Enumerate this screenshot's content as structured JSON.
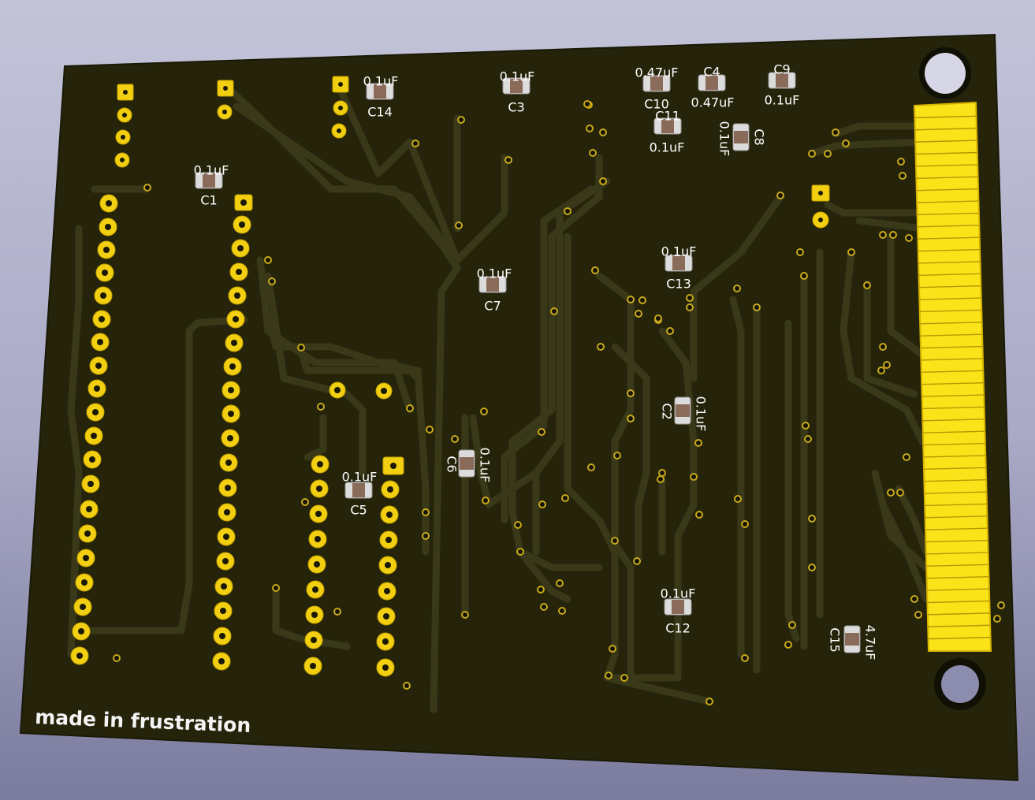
{
  "scene": {
    "name": "pcb-3d-viewer",
    "board_color": "#25240a",
    "trace_color": "#38371a",
    "pad_color": "#f2cf10",
    "silk_color": "#ffffff",
    "background_top": "#c3c3d8",
    "background_bottom": "#7b7b9e"
  },
  "silkscreen": {
    "tagline": "made in frustration"
  },
  "capacitors": [
    {
      "ref": "C1",
      "value": "0.1uF"
    },
    {
      "ref": "C2",
      "value": "0.1uF"
    },
    {
      "ref": "C3",
      "value": "0.1uF"
    },
    {
      "ref": "C4",
      "value": "0.47uF"
    },
    {
      "ref": "C5",
      "value": "0.1uF"
    },
    {
      "ref": "C6",
      "value": "0.1uF"
    },
    {
      "ref": "C7",
      "value": "0.1uF"
    },
    {
      "ref": "C8",
      "value": "0.1uF"
    },
    {
      "ref": "C9",
      "value": "0.1uF"
    },
    {
      "ref": "C10",
      "value": "0.47uF"
    },
    {
      "ref": "C11",
      "value": "0.1uF"
    },
    {
      "ref": "C12",
      "value": "0.1uF"
    },
    {
      "ref": "C13",
      "value": "0.1uF"
    },
    {
      "ref": "C14",
      "value": "0.1uF"
    },
    {
      "ref": "C15",
      "value": "4.7uF"
    }
  ],
  "edge_connector": {
    "finger_count": 45
  },
  "mounting_holes": 2
}
